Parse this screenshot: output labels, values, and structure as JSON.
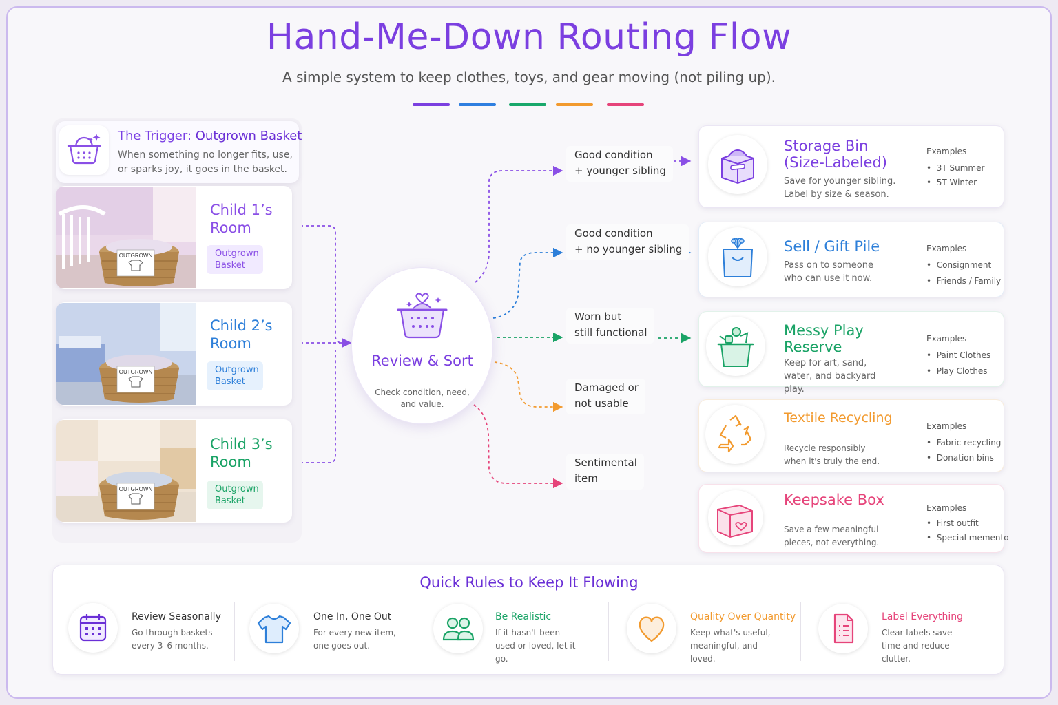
{
  "header": {
    "title": "Hand-Me-Down Routing Flow",
    "subtitle": "A simple system to keep clothes, toys, and gear moving (not piling up).",
    "accent_colors": [
      "#7b3fe0",
      "#2f7fe0",
      "#19a86b",
      "#f29a2e",
      "#e6447a"
    ]
  },
  "trigger": {
    "title_prefix": "The Trigger:",
    "title_rest": " Outgrown Basket",
    "description": "When something no longer fits, use, or sparks joy, it goes in the basket.",
    "icon": "laundry-basket-sparkle-icon"
  },
  "rooms": [
    {
      "title": "Child 1’s Room",
      "tag": "Outgrown Basket",
      "basket_label": "OUTGROWN",
      "color": "#8a4fe6",
      "tag_bg": "#f1eaff"
    },
    {
      "title": "Child 2’s Room",
      "tag": "Outgrown Basket",
      "basket_label": "OUTGROWN",
      "color": "#2d7fd9",
      "tag_bg": "#e6f1fd"
    },
    {
      "title": "Child 3’s Room",
      "tag": "Outgrown Basket",
      "basket_label": "OUTGROWN",
      "color": "#1aa366",
      "tag_bg": "#e6f6ee"
    }
  ],
  "center": {
    "title": "Review & Sort",
    "description": "Check condition, need, and value.",
    "icon": "basket-heart-icon"
  },
  "conditions": [
    {
      "line1": "Good condition",
      "line2": "+ younger sibling",
      "color": "#8a4fe6"
    },
    {
      "line1": "Good condition",
      "line2": "+ no younger sibling",
      "color": "#2d7fd9"
    },
    {
      "line1": "Worn but",
      "line2": "still functional",
      "color": "#1aa366"
    },
    {
      "line1": "Damaged or",
      "line2": "not usable",
      "color": "#f29a2e"
    },
    {
      "line1": "Sentimental",
      "line2": "item",
      "color": "#e6447a"
    }
  ],
  "destinations": [
    {
      "title": "Storage Bin (Size-Labeled)",
      "desc": "Save for younger sibling. Label by size & season.",
      "examples_label": "Examples",
      "examples": [
        "3T Summer",
        "5T Winter"
      ],
      "color": "#7b3fe0",
      "icon": "storage-box-icon"
    },
    {
      "title": "Sell / Gift Pile",
      "desc": "Pass on to someone who can use it now.",
      "examples_label": "Examples",
      "examples": [
        "Consignment",
        "Friends / Family"
      ],
      "color": "#2d7fd9",
      "icon": "gift-bag-icon"
    },
    {
      "title": "Messy Play Reserve",
      "desc": "Keep for art, sand, water, and backyard play.",
      "examples_label": "Examples",
      "examples": [
        "Paint Clothes",
        "Play Clothes"
      ],
      "color": "#1aa366",
      "icon": "toy-bucket-icon"
    },
    {
      "title": "Textile Recycling",
      "desc": "Recycle responsibly when it's truly the end.",
      "examples_label": "Examples",
      "examples": [
        "Fabric recycling",
        "Donation bins"
      ],
      "color": "#f29a2e",
      "icon": "recycle-icon"
    },
    {
      "title": "Keepsake Box",
      "desc": "Save a few meaningful pieces, not everything.",
      "examples_label": "Examples",
      "examples": [
        "First outfit",
        "Special memento"
      ],
      "color": "#e6447a",
      "icon": "keepsake-box-heart-icon"
    }
  ],
  "rules": {
    "title": "Quick Rules to Keep It Flowing",
    "items": [
      {
        "title": "Review Seasonally",
        "desc": "Go through baskets every 3–6 months.",
        "color": "#6a2fd6",
        "title_color": "#333",
        "icon": "calendar-icon"
      },
      {
        "title": "One In, One Out",
        "desc": "For every new item, one goes out.",
        "color": "#2d7fd9",
        "title_color": "#333",
        "icon": "tshirt-icon"
      },
      {
        "title": "Be Realistic",
        "desc": "If it hasn't been used or loved, let it go.",
        "color": "#1aa366",
        "title_color": "#1aa366",
        "icon": "people-icon"
      },
      {
        "title": "Quality Over Quantity",
        "desc": "Keep what's useful, meaningful, and loved.",
        "color": "#f29a2e",
        "title_color": "#f29a2e",
        "icon": "heart-icon"
      },
      {
        "title": "Label Everything",
        "desc": "Clear labels save time and reduce clutter.",
        "color": "#e6447a",
        "title_color": "#e6447a",
        "icon": "checklist-icon"
      }
    ]
  }
}
